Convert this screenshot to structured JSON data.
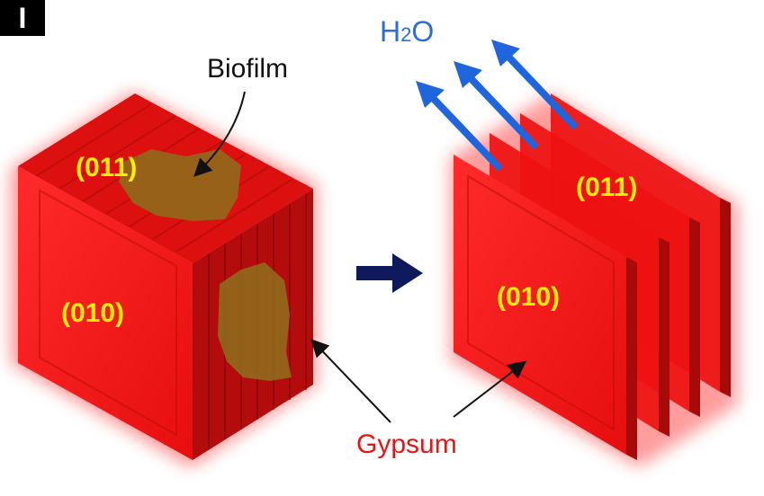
{
  "panel_letter": "I",
  "labels": {
    "biofilm": "Biofilm",
    "gypsum": "Gypsum",
    "water_main": "H",
    "water_sub": "2",
    "water_tail": "O",
    "left_top_face": "(011)",
    "left_front_face": "(010)",
    "right_top_face": "(011)",
    "right_front_face": "(010)"
  },
  "colors": {
    "crystal": "#ee1111",
    "crystal_dark": "#b40c0c",
    "crystal_glow": "#ff3b3b",
    "biofilm": "#8f6a1c",
    "miller_text": "#ffee00",
    "gypsum_text": "#e81515",
    "water_text": "#2a6fd6",
    "arrow_blue": "#1f66dc",
    "transition_arrow": "#0f1a5c"
  },
  "icons": [
    "transition-arrow-icon",
    "water-release-arrow-icon"
  ]
}
